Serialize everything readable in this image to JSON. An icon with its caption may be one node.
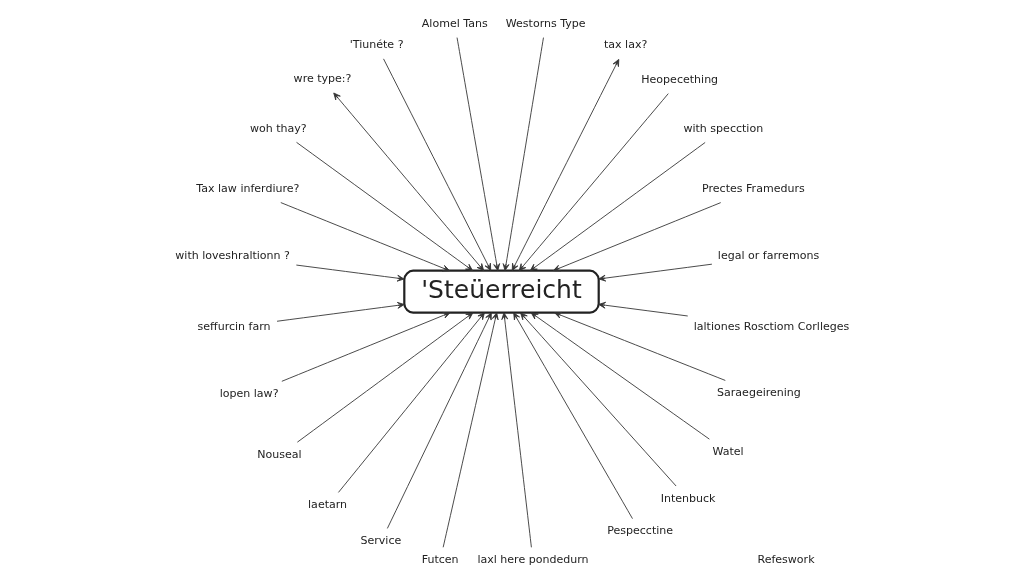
{
  "diagram": {
    "nodes": [
      {
        "text": [
          "'Steüerreicht"
        ]
      },
      {
        "text": [
          "Alomel Tans"
        ]
      },
      {
        "text": [
          "Westorns Type"
        ]
      },
      {
        "text": [
          "tax lax?"
        ]
      },
      {
        "text": [
          "wre type:?"
        ]
      },
      {
        "text": [
          "'Tiunéte ?"
        ]
      },
      {
        "text": [
          "Heopecething"
        ]
      },
      {
        "text": [
          "with specction"
        ]
      },
      {
        "text": [
          "woh thay?"
        ]
      },
      {
        "text": [
          "Prectes Framedurs"
        ]
      },
      {
        "text": [
          "Tax law inferdiure?"
        ]
      },
      {
        "text": [
          "legal or farremons"
        ]
      },
      {
        "text": [
          "with loveshraltionn ?"
        ]
      },
      {
        "text": [
          "laltiones Rosctiom Corlleges"
        ]
      },
      {
        "text": [
          "seffurcin farn"
        ]
      },
      {
        "text": [
          "Saraegeirening"
        ]
      },
      {
        "text": [
          "lopen law?"
        ]
      },
      {
        "text": [
          "Watel"
        ]
      },
      {
        "text": [
          "Intenbuck"
        ]
      },
      {
        "text": [
          "Nouseal"
        ]
      },
      {
        "text": [
          "Service"
        ]
      },
      {
        "text": [
          "Pespecctine"
        ]
      },
      {
        "text": [
          "laetarn"
        ]
      },
      {
        "text": [
          "Futcen"
        ]
      },
      {
        "text": [
          "laxl here pondedurn"
        ]
      }
    ],
    "edges": [
      {
        "from": 11,
        "to": 0,
        "arrow": "to"
      },
      {
        "from": 9,
        "to": 0,
        "arrow": "to"
      },
      {
        "from": 7,
        "to": 0,
        "arrow": "to"
      },
      {
        "from": 6,
        "to": 0,
        "arrow": "to"
      },
      {
        "from": 3,
        "to": 0,
        "arrow": "both"
      },
      {
        "from": 2,
        "to": 0,
        "arrow": "to"
      },
      {
        "from": 1,
        "to": 0,
        "arrow": "to"
      },
      {
        "from": 5,
        "to": 0,
        "arrow": "to"
      },
      {
        "from": 4,
        "to": 0,
        "arrow": "both"
      },
      {
        "from": 8,
        "to": 0,
        "arrow": "to"
      },
      {
        "from": 10,
        "to": 0,
        "arrow": "to"
      },
      {
        "from": 12,
        "to": 0,
        "arrow": "to"
      },
      {
        "from": 14,
        "to": 0,
        "arrow": "to"
      },
      {
        "from": 16,
        "to": 0,
        "arrow": "to"
      },
      {
        "from": 19,
        "to": 0,
        "arrow": "to"
      },
      {
        "from": 22,
        "to": 0,
        "arrow": "to"
      },
      {
        "from": 20,
        "to": 0,
        "arrow": "to"
      },
      {
        "from": 23,
        "to": 0,
        "arrow": "to"
      },
      {
        "from": 24,
        "to": 0,
        "arrow": "to"
      },
      {
        "from": 21,
        "to": 0,
        "arrow": "to"
      },
      {
        "from": 18,
        "to": 0,
        "arrow": "to"
      },
      {
        "from": 17,
        "to": 0,
        "arrow": "to"
      },
      {
        "from": 15,
        "to": 0,
        "arrow": "to"
      },
      {
        "from": 13,
        "to": 0,
        "arrow": "to"
      }
    ],
    "labels": [
      "Refeswork"
    ]
  }
}
